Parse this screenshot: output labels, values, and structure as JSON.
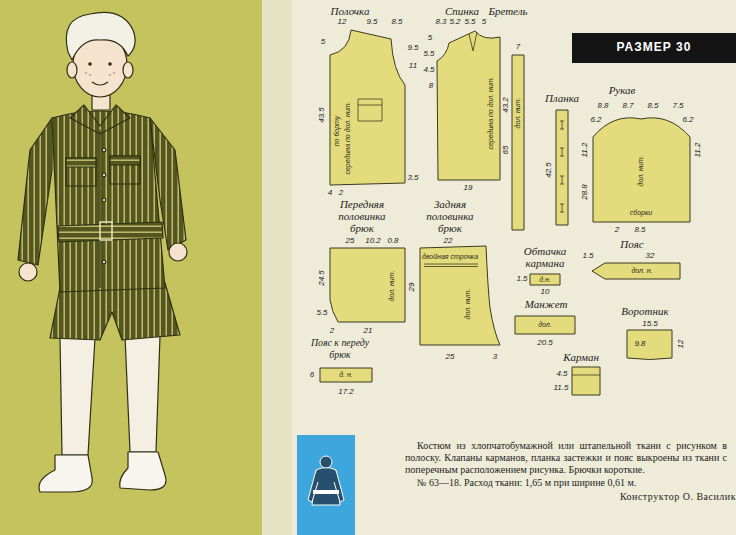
{
  "diagram": {
    "caption": "Костюм из хлопчатобумажной или штапельной ткани с рисунком в полоску. Клапаны карманов, планка застежки и пояс выкроены из ткани с поперечным расположением рисунка. Брючки короткие.",
    "nodes": [
      {
        "text": [
          "Полочка",
          "по борту",
          "середина по дол. нит."
        ]
      },
      {
        "text": [
          "Спинка",
          "середина по дол. нит."
        ]
      },
      {
        "text": [
          "Бретель",
          "дол. нит."
        ]
      },
      {
        "text": [
          "РАЗМЕР 30"
        ]
      },
      {
        "text": [
          "Планка"
        ]
      },
      {
        "text": [
          "Рукав",
          "дол. нит.",
          "сборки"
        ]
      },
      {
        "text": [
          "Передняя половинка брюк",
          "дол. нит."
        ]
      },
      {
        "text": [
          "Задняя половинка брюк",
          "двойная строчка",
          "дол. нит."
        ]
      },
      {
        "text": [
          "Обтачка кармана",
          "д.н."
        ]
      },
      {
        "text": [
          "Пояс",
          "дол. н."
        ]
      },
      {
        "text": [
          "Манжет",
          "дол."
        ]
      },
      {
        "text": [
          "Воротник"
        ]
      },
      {
        "text": [
          "Пояс к переду брюк",
          "д. н."
        ]
      },
      {
        "text": [
          "Карман"
        ]
      }
    ],
    "labels": [
      "12",
      "9.5",
      "8.5",
      "5",
      "9.5",
      "11",
      "43.5",
      "4",
      "2",
      "3.5",
      "8.3",
      "5.2",
      "5.5",
      "5",
      "5",
      "5.5",
      "4.5",
      "8",
      "43.2",
      "19",
      "7",
      "65",
      "42.5",
      "8.8",
      "8.7",
      "8.5",
      "7.5",
      "6.2",
      "6.2",
      "11.2",
      "11.2",
      "28.8",
      "2",
      "8.5",
      "25",
      "10.2",
      "0.8",
      "24.5",
      "5.5",
      "29",
      "2",
      "21",
      "22",
      "25",
      "3",
      "1.5",
      "10",
      "1.5",
      "32",
      "20.5",
      "15.5",
      "9.8",
      "12",
      "6",
      "17.2",
      "4.5",
      "11.5",
      "№ 63—18. Расход ткани: 1,65 м при ширине 0,61 м.",
      "Конструктор О. Василик"
    ]
  }
}
